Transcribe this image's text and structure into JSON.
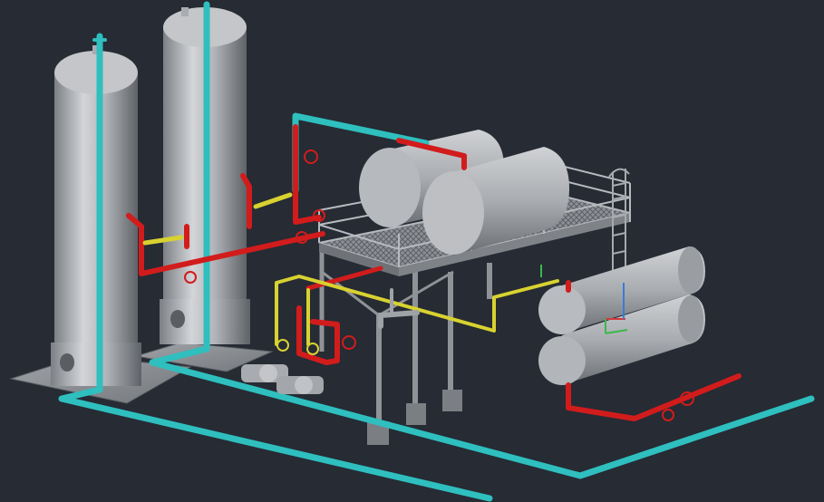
{
  "viewport": {
    "background": "#262b34"
  },
  "colors": {
    "cyan_pipe": "#2fbfbf",
    "red_pipe": "#d21c1c",
    "yellow_pipe": "#d8d230",
    "steel_light": "#c9cbce",
    "steel_mid": "#a3a6aa",
    "steel_dark": "#6f7378",
    "steel_shadow": "#4a4e53",
    "axis_x": "#d23a3a",
    "axis_y": "#3ab84a",
    "axis_z": "#3a7bd8"
  },
  "ucs_icon": {
    "axes": [
      "x",
      "y",
      "z"
    ]
  }
}
